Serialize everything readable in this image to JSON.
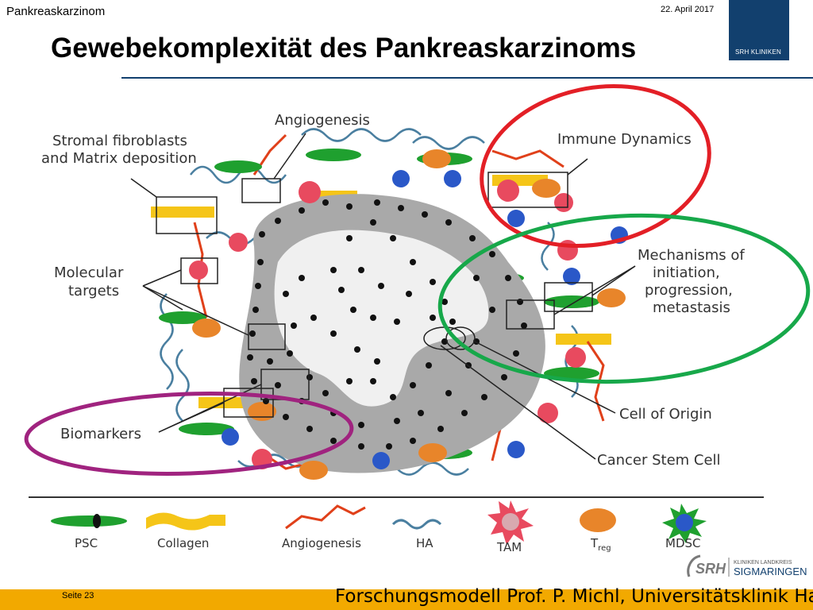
{
  "header": {
    "topic": "Pankreaskarzinom",
    "date": "22. April 2017",
    "logo_text": "SRH KLINIKEN"
  },
  "title": "Gewebekomplexität des Pankreaskarzinoms",
  "diagram": {
    "labels": {
      "stromal_1": "Stromal fibroblasts",
      "stromal_2": "and Matrix deposition",
      "angiogenesis": "Angiogenesis",
      "immune": "Immune Dynamics",
      "molecular_1": "Molecular",
      "molecular_2": "targets",
      "mechanisms_1": "Mechanisms of",
      "mechanisms_2": "initiation,",
      "mechanisms_3": "progression,",
      "mechanisms_4": "metastasis",
      "biomarkers": "Biomarkers",
      "cell_of_origin": "Cell of Origin",
      "cancer_stem_cell": "Cancer Stem Cell"
    },
    "legend": [
      {
        "key": "psc",
        "label": "PSC"
      },
      {
        "key": "collagen",
        "label": "Collagen"
      },
      {
        "key": "angiogenesis",
        "label": "Angiogenesis"
      },
      {
        "key": "ha",
        "label": "HA"
      },
      {
        "key": "tam",
        "label": "TAM"
      },
      {
        "key": "treg",
        "label": "T",
        "sub": "reg"
      },
      {
        "key": "mdsc",
        "label": "MDSC"
      }
    ],
    "colors": {
      "psc": "#1fa02f",
      "collagen": "#f5c518",
      "angiogenesis": "#e0401a",
      "ha": "#4a7fa0",
      "tam": "#e84a5f",
      "treg": "#e8852a",
      "mdsc": "#2a58c8",
      "tumor_gray": "#a9a9a9",
      "circle_red": "#e31f26",
      "circle_green": "#17a84a",
      "circle_purple": "#a0237f"
    }
  },
  "footer": {
    "page": "Seite 23",
    "credit": "Forschungsmodell Prof. P. Michl, Universitätsklinik Halle",
    "logo_line1": "KLINIKEN LANDKREIS",
    "logo_line2": "SIGMARINGEN",
    "logo_srh": "SRH"
  }
}
